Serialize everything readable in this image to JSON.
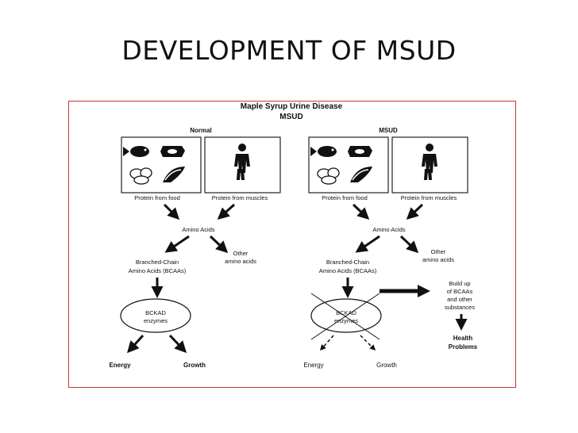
{
  "slide": {
    "title": "DEVELOPMENT OF MSUD"
  },
  "diagram": {
    "title_line1": "Maple Syrup Urine Disease",
    "title_line2": "MSUD",
    "left": {
      "heading": "Normal",
      "caption_food": "Protein from food",
      "caption_muscle": "Protein from muscles",
      "amino": "Amino Acids",
      "other1": "Other",
      "other2": "amino acids",
      "bcaa1": "Branched-Chain",
      "bcaa2": "Amino Acids (BCAAs)",
      "enz1": "BCKAD",
      "enz2": "enzymes",
      "energy": "Energy",
      "growth": "Growth"
    },
    "right": {
      "heading": "MSUD",
      "caption_food": "Protein from food",
      "caption_muscle": "Protein from muscles",
      "amino": "Amino Acids",
      "other1": "Other",
      "other2": "amino acids",
      "bcaa1": "Branched-Chain",
      "bcaa2": "Amino Acids (BCAAs)",
      "enz1": "BCKAD",
      "enz2": "enzymes",
      "energy": "Energy",
      "growth": "Growth",
      "buildup1": "Build up",
      "buildup2": "of BCAAs",
      "buildup3": "and other",
      "buildup4": "substances",
      "health1": "Health",
      "health2": "Problems"
    }
  }
}
